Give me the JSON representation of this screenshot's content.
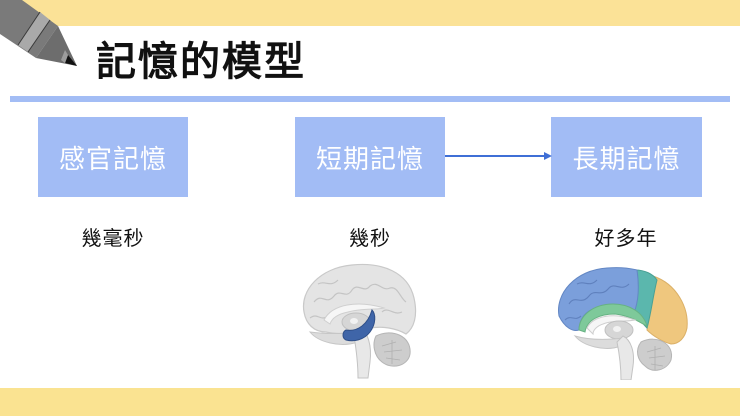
{
  "slide": {
    "title": "記憶的模型",
    "colors": {
      "top_band": "#fbe297",
      "bottom_band": "#fae391",
      "rule": "#a3bdf5",
      "box_fill": "#a2bcf5",
      "arrow": "#3f6fd6",
      "hippocampus": "#3f65a8",
      "cortex_blue": "#7b9fdb",
      "cortex_teal": "#5bb7ad",
      "cortex_green": "#7ec99a",
      "cortex_orange": "#efc77e"
    }
  },
  "stages": [
    {
      "label": "感官記憶",
      "duration": "幾毫秒"
    },
    {
      "label": "短期記憶",
      "duration": "幾秒"
    },
    {
      "label": "長期記憶",
      "duration": "好多年"
    }
  ],
  "icons": {
    "pencil": "pencil-icon",
    "arrow": "arrow-right-icon",
    "brain_short_term": "brain-hippocampus-highlight",
    "brain_long_term": "brain-cortex-highlight"
  }
}
